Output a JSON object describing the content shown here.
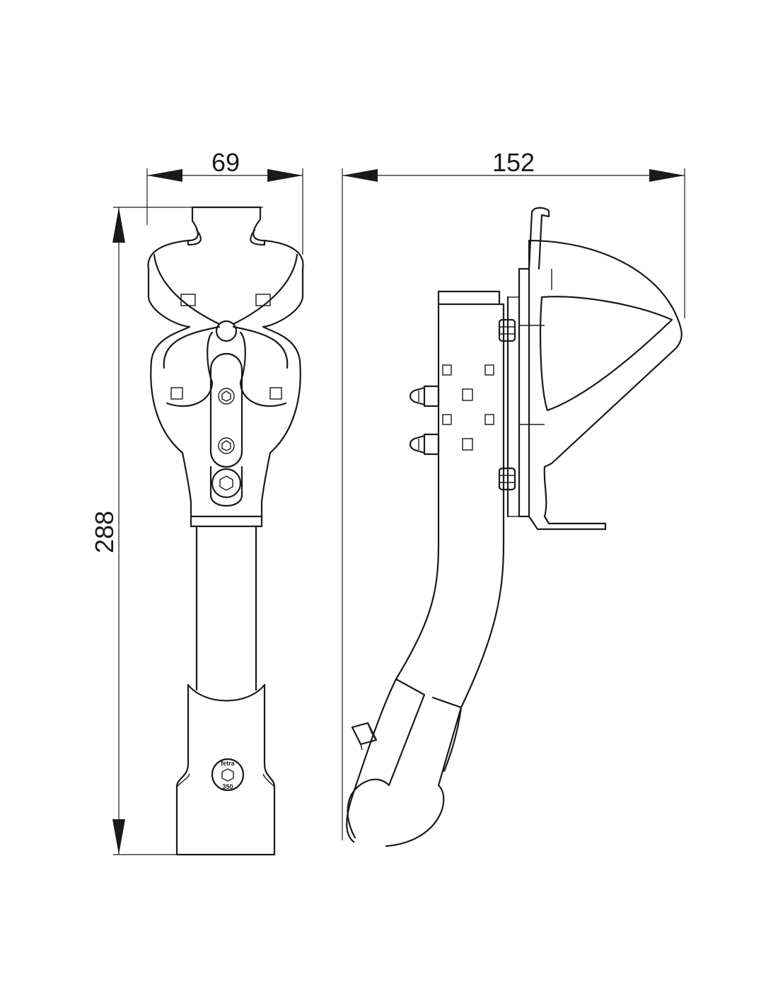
{
  "dimensions": {
    "width_front": "69",
    "width_side": "152",
    "height": "288"
  },
  "stamp": {
    "top": "fetra",
    "bottom": "350"
  }
}
